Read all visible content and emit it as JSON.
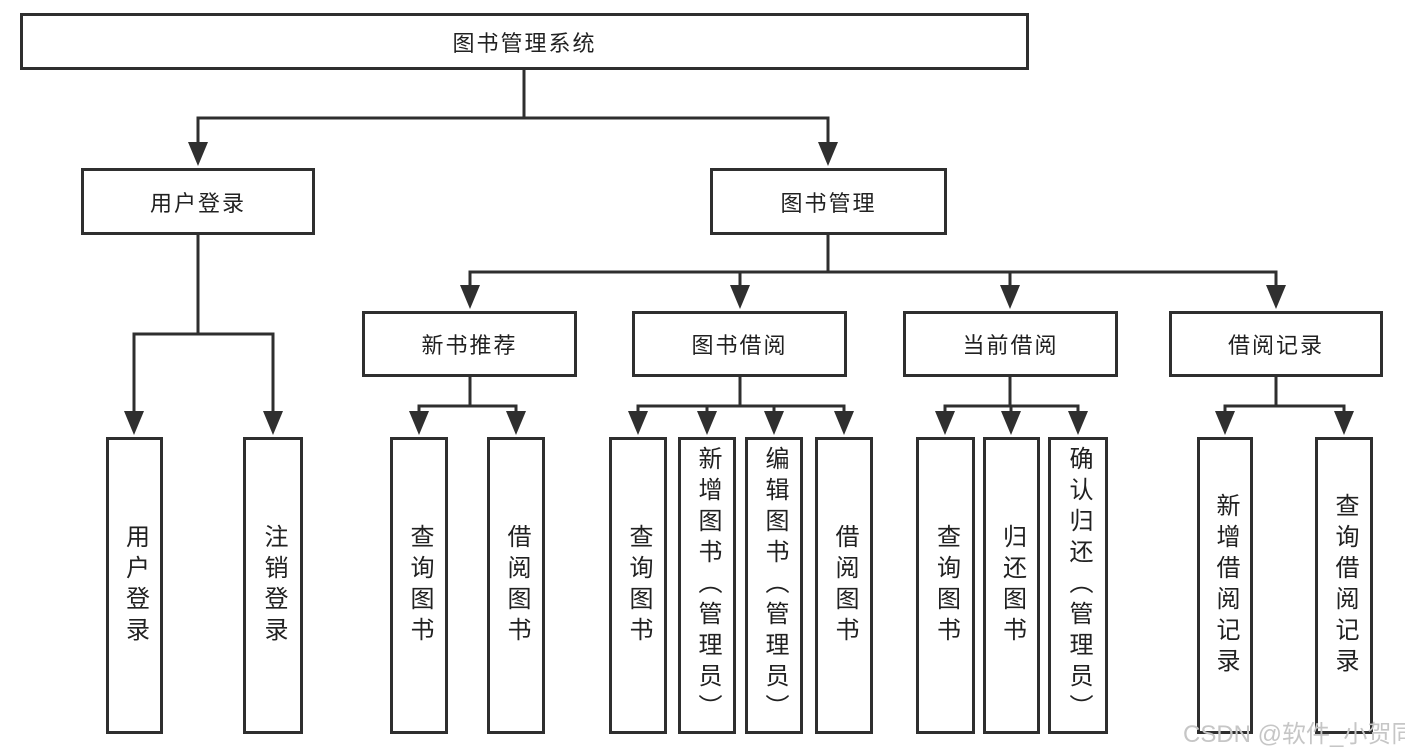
{
  "colors": {
    "line": "#2f2f2f",
    "text": "#212121",
    "background": "#ffffff",
    "watermark": "#c6c6c6"
  },
  "watermark": {
    "text": "CSDN @软件_小贺同学"
  },
  "nodes": {
    "root": {
      "label": "图书管理系统",
      "children": [
        {
          "label": "用户登录",
          "children": [
            {
              "label": "用户登录"
            },
            {
              "label": "注销登录"
            }
          ]
        },
        {
          "label": "图书管理",
          "children": [
            {
              "label": "新书推荐",
              "children": [
                {
                  "label": "查询图书"
                },
                {
                  "label": "借阅图书"
                }
              ]
            },
            {
              "label": "图书借阅",
              "children": [
                {
                  "label": "查询图书"
                },
                {
                  "label": "新增图书（管理员）"
                },
                {
                  "label": "编辑图书（管理员）"
                },
                {
                  "label": "借阅图书"
                }
              ]
            },
            {
              "label": "当前借阅",
              "children": [
                {
                  "label": "查询图书"
                },
                {
                  "label": "归还图书"
                },
                {
                  "label": "确认归还（管理员）"
                }
              ]
            },
            {
              "label": "借阅记录",
              "children": [
                {
                  "label": "新增借阅记录"
                },
                {
                  "label": "查询借阅记录"
                }
              ]
            }
          ]
        }
      ]
    }
  }
}
